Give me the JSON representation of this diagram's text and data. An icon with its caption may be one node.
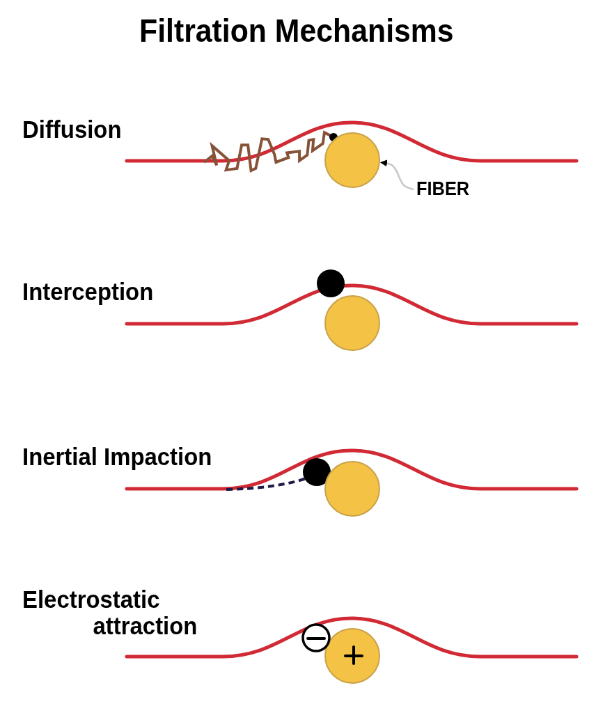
{
  "diagram": {
    "title": "Filtration Mechanisms",
    "nodes": [
      {
        "text": [],
        "shape": "circle"
      },
      {
        "text": [
          "FIBER"
        ]
      },
      {
        "text": [],
        "shape": "circle"
      },
      {
        "text": [],
        "shape": "circle"
      },
      {
        "text": [],
        "shape": "circle"
      }
    ],
    "edges": [
      {
        "from": 1,
        "to": 0,
        "arrow": "to"
      }
    ],
    "labels": [
      "Diffusion",
      "Interception",
      "Inertial Impaction",
      "Electrostatic attraction"
    ]
  }
}
